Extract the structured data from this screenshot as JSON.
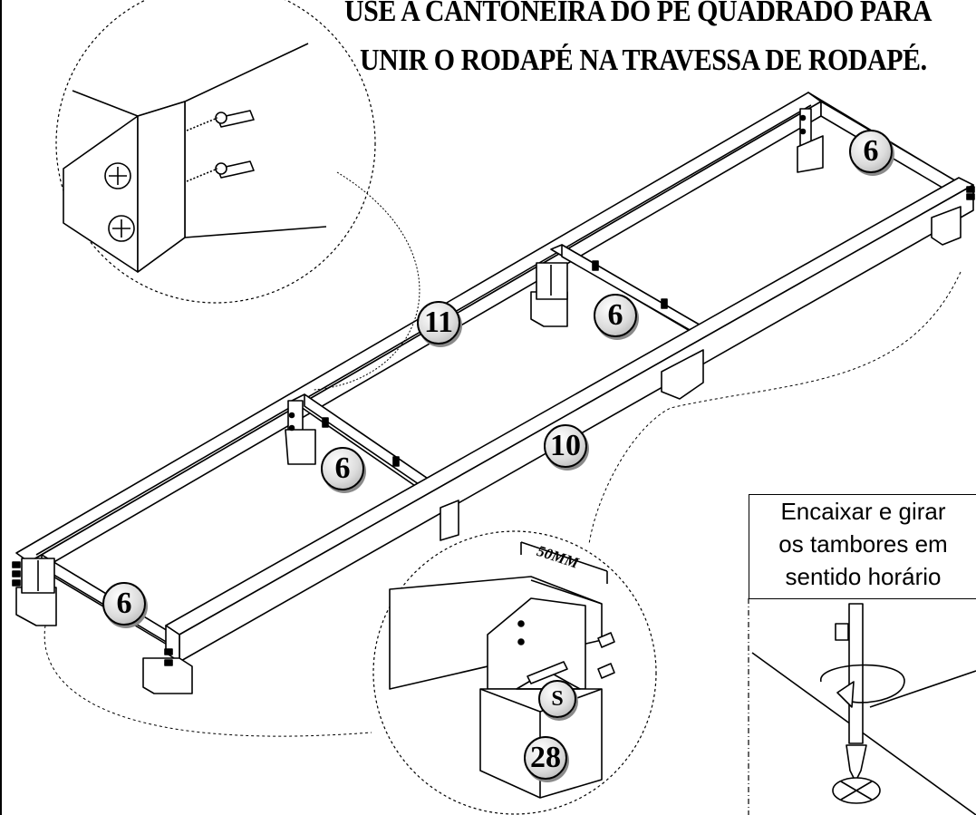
{
  "instructions": {
    "line1": "USE A CANTONEIRA DO PÉ QUADRADO PARA",
    "line2": "UNIR O RODAPÉ  NA TRAVESSA DE RODAPÉ."
  },
  "callouts": [
    "6",
    "11",
    "6",
    "10",
    "6",
    "6",
    "28",
    "S"
  ],
  "measurement": "50MM",
  "note": {
    "line1": "Encaixar e girar",
    "line2": "os tambores em",
    "line3": "sentido horário"
  }
}
